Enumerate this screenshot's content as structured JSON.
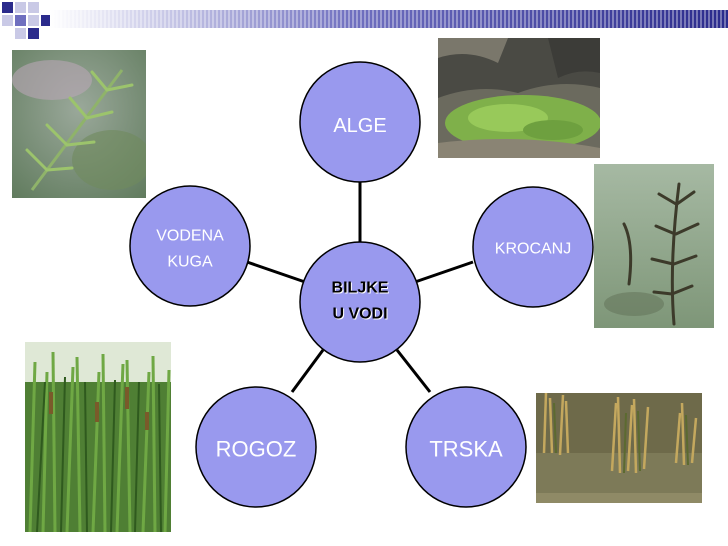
{
  "diagram": {
    "center": {
      "line1": "BILJKE",
      "line2": "U VODI"
    },
    "nodes": {
      "alge": "ALGE",
      "krocanj": "KROCANJ",
      "trska": "TRSKA",
      "rogoz": "ROGOZ",
      "vodena_line1": "VODENA",
      "vodena_line2": "KUGA"
    }
  },
  "colors": {
    "node_fill": "#9999ee",
    "node_stroke": "#000000",
    "node_text": "#ffffff",
    "band_dark": "#2b2b8c",
    "band_light": "#ffffff"
  },
  "photos": [
    {
      "name": "photo-vodena-kuga",
      "subject": "waterweed sprig"
    },
    {
      "name": "photo-alge",
      "subject": "green algae in rock pool"
    },
    {
      "name": "photo-krocanj",
      "subject": "underwater hornwort"
    },
    {
      "name": "photo-rogoz",
      "subject": "cattail reeds"
    },
    {
      "name": "photo-trska",
      "subject": "reeds in water"
    }
  ]
}
